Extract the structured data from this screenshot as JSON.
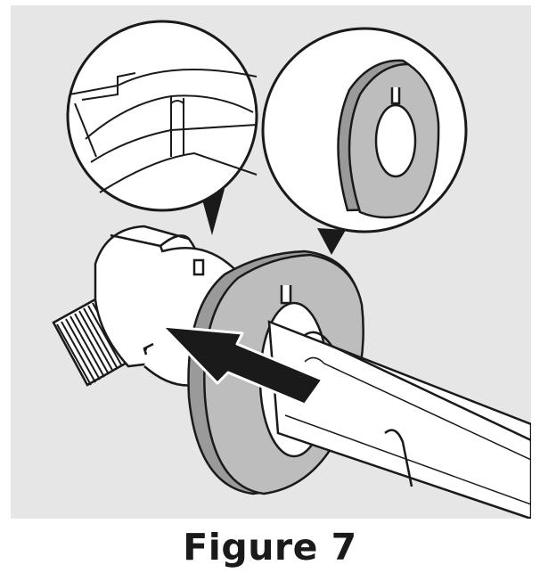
{
  "figure": {
    "caption": "Figure 7"
  },
  "colors": {
    "panel_background": "#e6e6e6",
    "line": "#1a1a1a",
    "washer_fill": "#bdbdbd",
    "washer_edge": "#9a9a9a",
    "arrow_fill": "#1a1a1a"
  },
  "callouts": [
    {
      "name": "detail-callout-slot",
      "depicts": "tab-slot-detail"
    },
    {
      "name": "detail-callout-washer",
      "depicts": "keyed-washer-detail"
    }
  ]
}
